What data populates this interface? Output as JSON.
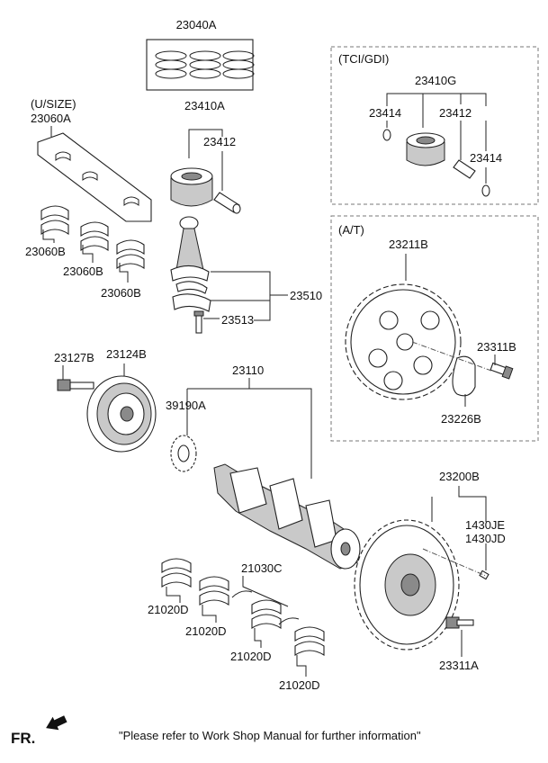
{
  "parts": {
    "p23040A": "23040A",
    "p23410A": "23410A",
    "p23412": "23412",
    "tci_header": "(TCI/GDI)",
    "p23410G": "23410G",
    "p23414_a": "23414",
    "p23412_b": "23412",
    "p23414_b": "23414",
    "usize_header": "(U/SIZE)",
    "p23060A": "23060A",
    "p23060B_1": "23060B",
    "p23060B_2": "23060B",
    "p23060B_3": "23060B",
    "at_header": "(A/T)",
    "p23211B": "23211B",
    "p23311B": "23311B",
    "p23226B": "23226B",
    "p23510": "23510",
    "p23513": "23513",
    "p23127B": "23127B",
    "p23124B": "23124B",
    "p23110": "23110",
    "p39190A": "39190A",
    "p23200B": "23200B",
    "p1430JE": "1430JE",
    "p1430JD": "1430JD",
    "p23311A": "23311A",
    "p21030C": "21030C",
    "p21020D_1": "21020D",
    "p21020D_2": "21020D",
    "p21020D_3": "21020D",
    "p21020D_4": "21020D"
  },
  "footer": {
    "fr_label": "FR.",
    "note": "\"Please refer to Work Shop Manual for further information\""
  }
}
